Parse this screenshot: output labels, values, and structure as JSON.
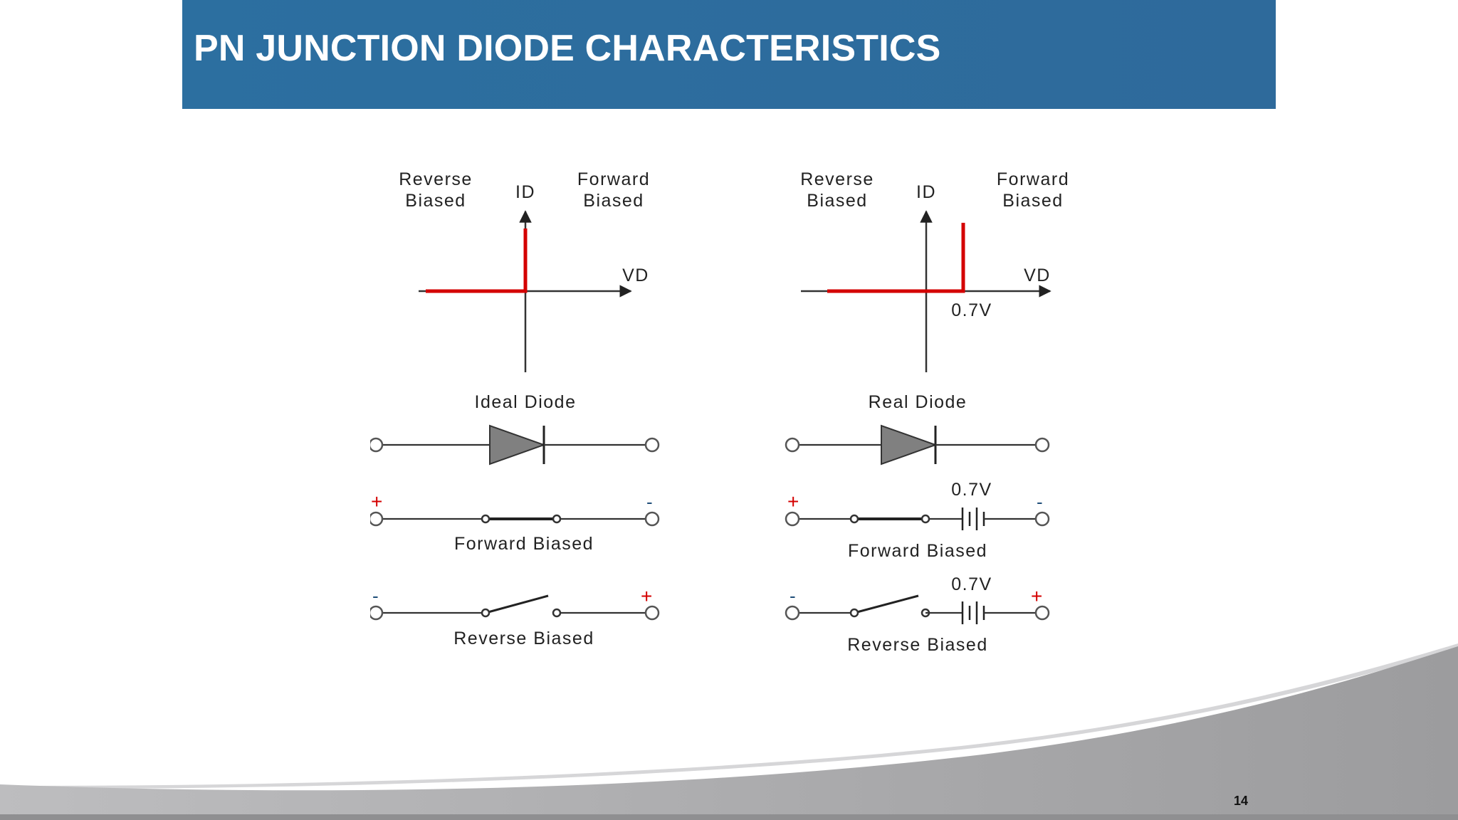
{
  "slide": {
    "title": "PN JUNCTION DIODE CHARACTERISTICS",
    "page_number": "14",
    "colors": {
      "title_bar": "#2c6fa0",
      "curve": "#d40000",
      "footer": "#a6a6a8"
    }
  },
  "ideal": {
    "reverse_l1": "Reverse",
    "reverse_l2": "Biased",
    "forward_l1": "Forward",
    "forward_l2": "Biased",
    "y_axis": "ID",
    "x_axis": "VD",
    "name": "Ideal Diode",
    "forward_label": "Forward Biased",
    "reverse_label": "Reverse Biased",
    "plus": "+",
    "minus": "-"
  },
  "real": {
    "reverse_l1": "Reverse",
    "reverse_l2": "Biased",
    "forward_l1": "Forward",
    "forward_l2": "Biased",
    "y_axis": "ID",
    "x_axis": "VD",
    "threshold": "0.7V",
    "name": "Real Diode",
    "battery_fwd": "0.7V",
    "battery_rev": "0.7V",
    "forward_label": "Forward Biased",
    "reverse_label": "Reverse Biased",
    "plus": "+",
    "minus": "-"
  }
}
